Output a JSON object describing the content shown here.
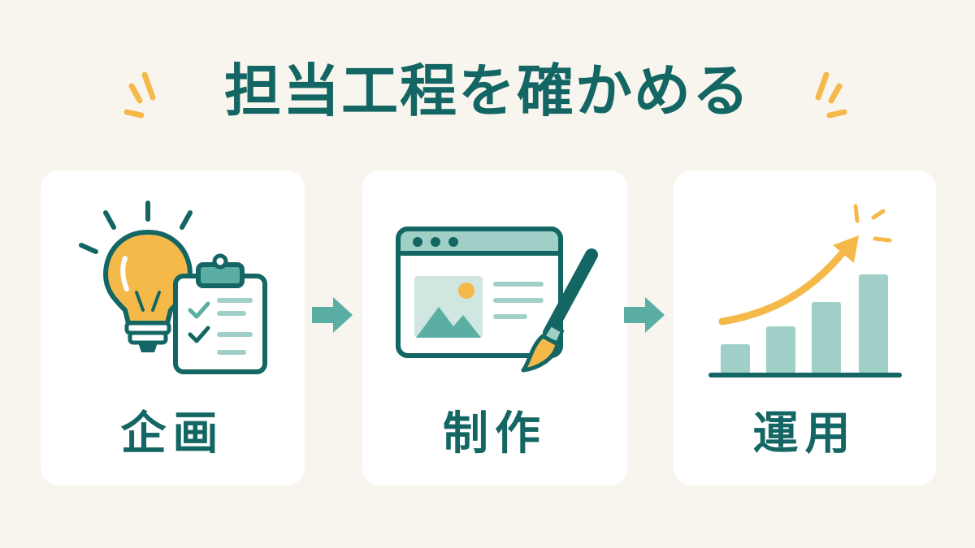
{
  "title": "担当工程を確かめる",
  "steps": [
    {
      "label": "企画",
      "icon": "lightbulb-clipboard-icon"
    },
    {
      "label": "制作",
      "icon": "browser-paintbrush-icon"
    },
    {
      "label": "運用",
      "icon": "growth-chart-icon"
    }
  ],
  "colors": {
    "background": "#f8f5ee",
    "card": "#ffffff",
    "primary": "#136663",
    "accent": "#f5b94a",
    "light_teal": "#9fcfc6",
    "mid_teal": "#5aaea3"
  }
}
